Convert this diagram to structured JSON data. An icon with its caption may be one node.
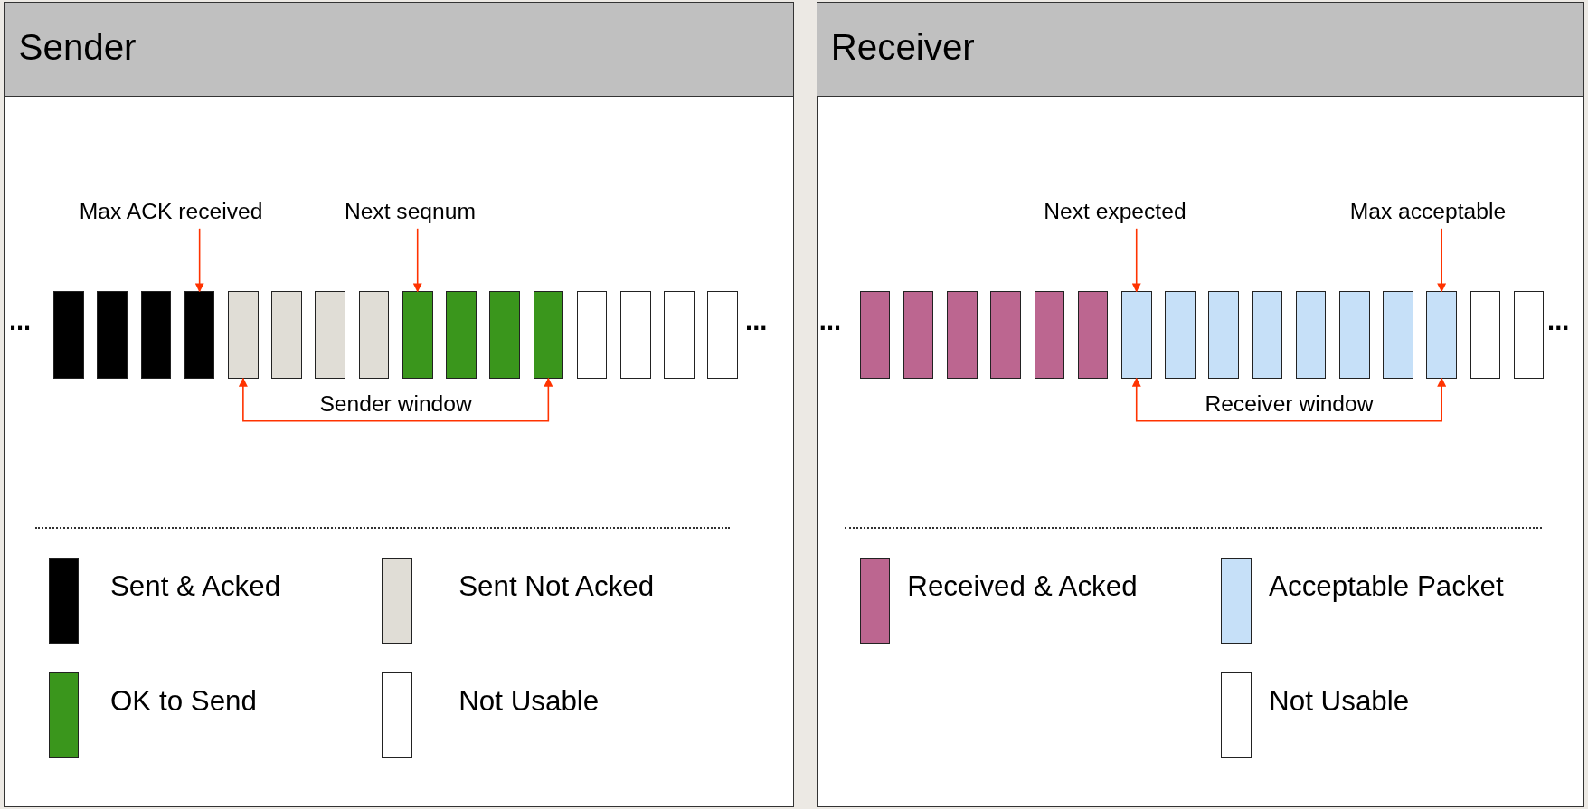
{
  "diagram": {
    "nodes": [
      {
        "text": [
          "Sender"
        ]
      },
      {
        "text": [
          "Max ACK received"
        ],
        "in": 0
      },
      {
        "text": [
          "Next seqnum"
        ],
        "in": 0
      },
      {
        "text": [],
        "shape": "box",
        "in": 0
      },
      {
        "text": [],
        "shape": "box",
        "in": 0
      },
      {
        "text": [],
        "shape": "box",
        "in": 0
      },
      {
        "text": [],
        "shape": "box",
        "in": 0
      },
      {
        "text": [],
        "shape": "box",
        "in": 0
      },
      {
        "text": [],
        "shape": "box",
        "in": 0
      },
      {
        "text": [],
        "shape": "box",
        "in": 0
      },
      {
        "text": [],
        "shape": "box",
        "in": 0
      },
      {
        "text": [],
        "shape": "box",
        "in": 0
      },
      {
        "text": [],
        "shape": "box",
        "in": 0
      },
      {
        "text": [],
        "shape": "box",
        "in": 0
      },
      {
        "text": [],
        "shape": "box",
        "in": 0
      },
      {
        "text": [],
        "shape": "box",
        "in": 0
      },
      {
        "text": [],
        "shape": "box",
        "in": 0
      },
      {
        "text": [],
        "shape": "box",
        "in": 0
      },
      {
        "text": [],
        "shape": "box",
        "in": 0
      },
      {
        "text": [
          "Receiver"
        ]
      },
      {
        "text": [
          "Next expected"
        ],
        "in": 19
      },
      {
        "text": [
          "Max acceptable"
        ],
        "in": 19
      },
      {
        "text": [],
        "shape": "box",
        "in": 19
      },
      {
        "text": [],
        "shape": "box",
        "in": 19
      },
      {
        "text": [],
        "shape": "box",
        "in": 19
      },
      {
        "text": [],
        "shape": "box",
        "in": 19
      },
      {
        "text": [],
        "shape": "box",
        "in": 19
      },
      {
        "text": [],
        "shape": "box",
        "in": 19
      },
      {
        "text": [],
        "shape": "box",
        "in": 19
      },
      {
        "text": [],
        "shape": "box",
        "in": 19
      },
      {
        "text": [],
        "shape": "box",
        "in": 19
      },
      {
        "text": [],
        "shape": "box",
        "in": 19
      },
      {
        "text": [],
        "shape": "box",
        "in": 19
      },
      {
        "text": [],
        "shape": "box",
        "in": 19
      },
      {
        "text": [],
        "shape": "box",
        "in": 19
      },
      {
        "text": [],
        "shape": "box",
        "in": 19
      },
      {
        "text": [],
        "shape": "box",
        "in": 19
      },
      {
        "text": [],
        "shape": "box",
        "in": 19
      }
    ],
    "edges": [
      {
        "from": 1,
        "to": 6,
        "arrow": "to"
      },
      {
        "from": 2,
        "to": 11,
        "arrow": "to"
      },
      {
        "from": 7,
        "to": 14,
        "arrow": "both",
        "label": "Sender window"
      },
      {
        "from": 20,
        "to": 28,
        "arrow": "to"
      },
      {
        "from": 21,
        "to": 35,
        "arrow": "to"
      },
      {
        "from": 28,
        "to": 35,
        "arrow": "both",
        "label": "Receiver window"
      }
    ],
    "labels": [
      "...",
      "...",
      "...",
      "..."
    ],
    "legend": [
      {
        "text": "Sent & Acked",
        "color": "#000000"
      },
      {
        "text": "Sent Not Acked",
        "color": "#e0ddd6"
      },
      {
        "text": "OK to Send",
        "color": "#3a961c"
      },
      {
        "text": "Not Usable",
        "color": "#ffffff"
      },
      {
        "text": "Received & Acked",
        "color": "#bc6690"
      },
      {
        "text": "Acceptable Packet",
        "color": "#c6e0f8"
      },
      {
        "text": "Not Usable",
        "color": "#ffffff"
      }
    ]
  }
}
